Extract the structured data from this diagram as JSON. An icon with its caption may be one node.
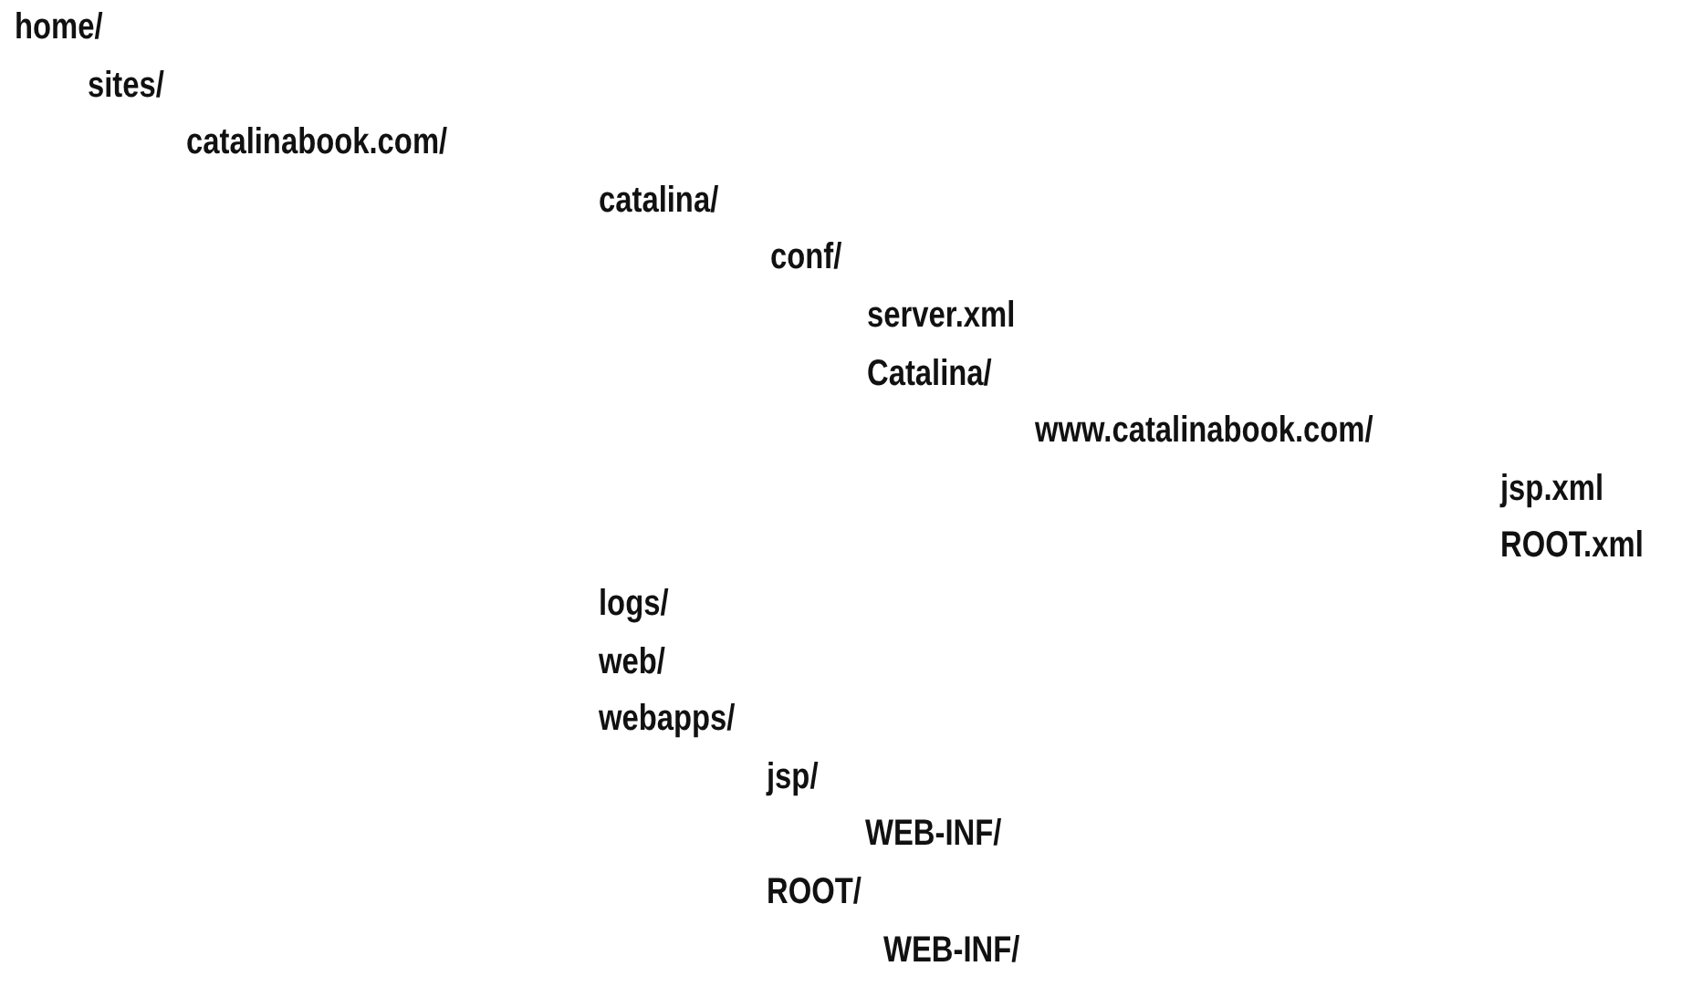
{
  "diagram": {
    "labels": [
      "home/",
      "sites/",
      "catalinabook.com/",
      "catalina/",
      "conf/",
      "server.xml",
      "Catalina/",
      "www.catalinabook.com/",
      "jsp.xml",
      "ROOT.xml",
      "logs/",
      "web/",
      "webapps/",
      "jsp/",
      "WEB-INF/",
      "ROOT/",
      "WEB-INF/"
    ]
  }
}
